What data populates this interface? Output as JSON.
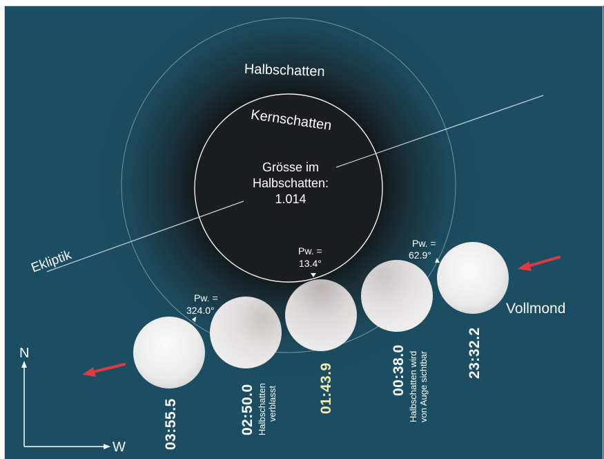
{
  "labels": {
    "penumbra": "Halbschatten",
    "umbra": "Kernschatten",
    "magnitude_line1": "Grösse im",
    "magnitude_line2": "Halbschatten:",
    "magnitude_value": "1.014",
    "ecliptic": "Ekliptik",
    "full_moon": "Vollmond"
  },
  "compass": {
    "north": "N",
    "west": "W"
  },
  "position_angles": [
    {
      "label": "Pw. =",
      "value": "324.0°"
    },
    {
      "label": "Pw. =",
      "value": "13.4°"
    },
    {
      "label": "Pw. =",
      "value": "62.9°"
    }
  ],
  "moons": [
    {
      "time": "03:55.5",
      "note": []
    },
    {
      "time": "02:50.0",
      "note": [
        "Halbschatten",
        "verblasst"
      ]
    },
    {
      "time": "01:43.9",
      "note": []
    },
    {
      "time": "00:38.0",
      "note": [
        "Halbschatten wird",
        "von Auge sichtbar"
      ]
    },
    {
      "time": "23:32.2",
      "note": []
    }
  ],
  "colors": {
    "background": "#1c4e63",
    "umbra": "#1b1d20",
    "moon": "#e9e8e8",
    "maximum_time": "#f4ecb0",
    "arrow": "#e03a3f",
    "text": "#ffffff"
  }
}
